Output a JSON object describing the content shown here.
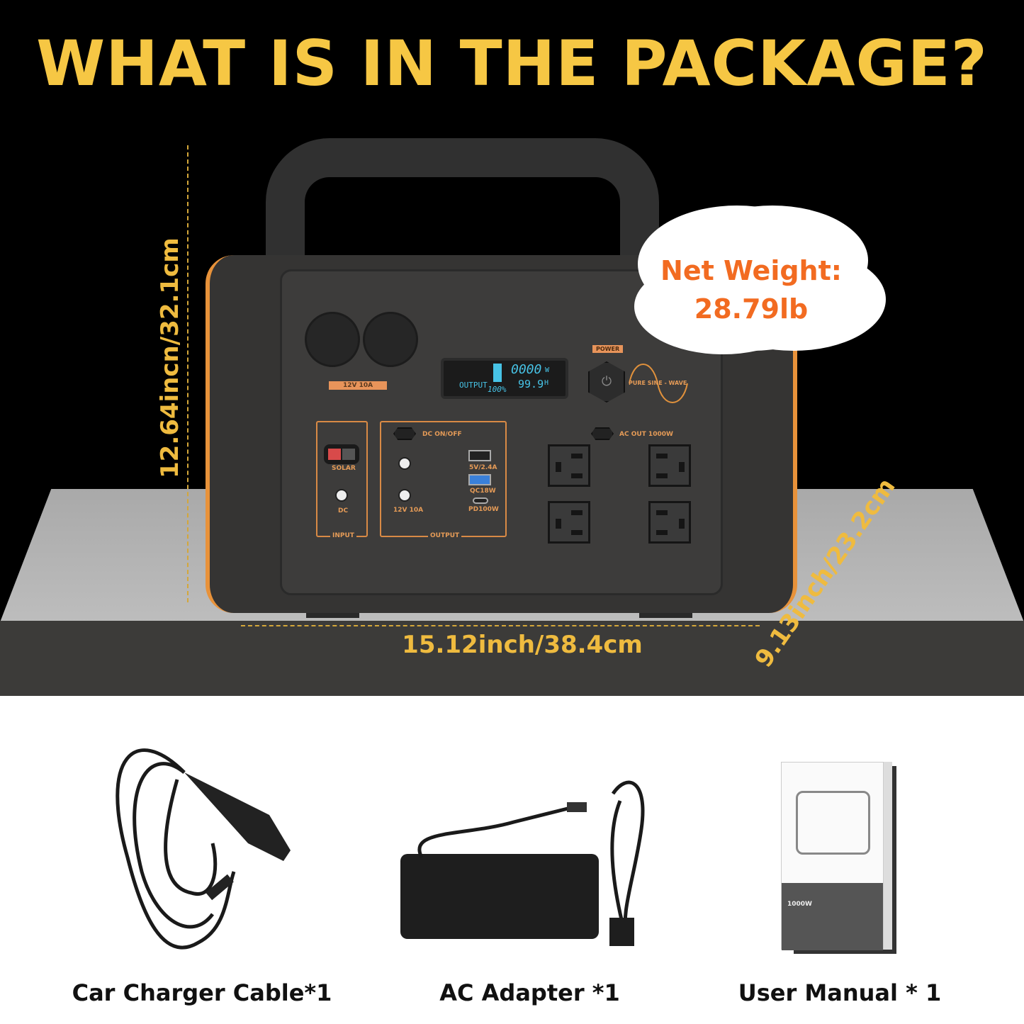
{
  "title": "WHAT IS IN THE PACKAGE?",
  "dimensions": {
    "height": "12.64incn/32.1cm",
    "width": "15.12inch/38.4cm",
    "depth": "9.13inch/23.2cm"
  },
  "net_weight": {
    "label": "Net Weight:",
    "value": "28.79lb"
  },
  "device_panel": {
    "car_socket_label": "12V 10A",
    "display": {
      "output_label": "OUTPUT",
      "watts": "0000",
      "watts_unit": "W",
      "battery": "100%",
      "hours": "99.9",
      "hours_unit": "H"
    },
    "power_label": "POWER",
    "sine_wave_label": "PURE  SINE - WAVE",
    "input_group": {
      "solar": "SOLAR",
      "dc": "DC",
      "title": "INPUT"
    },
    "output_group": {
      "dc_switch": "DC ON/OFF",
      "dc_ports": "12V 10A",
      "usb_a": "5V/2.4A",
      "qc": "QC18W",
      "pd": "PD100W",
      "title": "OUTPUT"
    },
    "ac_switch": "AC OUT 1000W"
  },
  "items": [
    {
      "label": "Car Charger Cable*1"
    },
    {
      "label": "AC Adapter *1"
    },
    {
      "label": "User Manual * 1",
      "manual_cover_text": "1000W"
    }
  ],
  "colors": {
    "title": "#f6c744",
    "dimension": "#efbb3f",
    "weight": "#f26b21",
    "accent": "#e8923a"
  }
}
